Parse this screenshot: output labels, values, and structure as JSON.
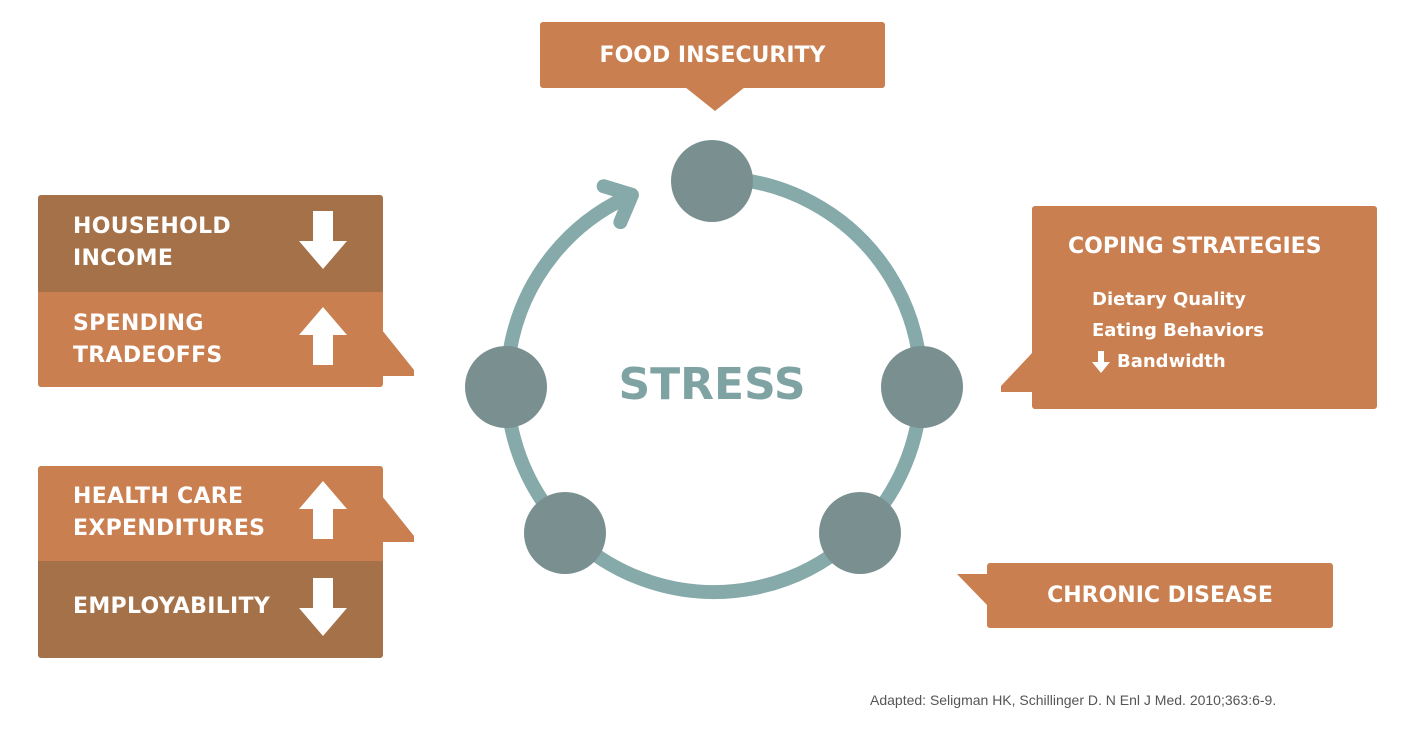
{
  "center_label": "STRESS",
  "food_insecurity": "FOOD INSECURITY",
  "left_top": {
    "row1": {
      "line1": "HOUSEHOLD",
      "line2": "INCOME",
      "direction": "down"
    },
    "row2": {
      "line1": "SPENDING",
      "line2": "TRADEOFFS",
      "direction": "up"
    }
  },
  "left_bottom": {
    "row1": {
      "line1": "HEALTH CARE",
      "line2": "EXPENDITURES",
      "direction": "up"
    },
    "row2": {
      "line1": "EMPLOYABILITY",
      "direction": "down"
    }
  },
  "coping": {
    "title": "COPING STRATEGIES",
    "items": [
      "Dietary Quality",
      "Eating Behaviors",
      "Bandwidth"
    ]
  },
  "chronic_disease": "CHRONIC DISEASE",
  "citation": "Adapted: Seligman HK, Schillinger D. N Enl J Med. 2010;363:6-9.",
  "colors": {
    "dark": "#A57148",
    "light": "#C97F50",
    "ring": "#86A9A9",
    "node": "#7A9090",
    "stress": "#7FA3A3"
  }
}
